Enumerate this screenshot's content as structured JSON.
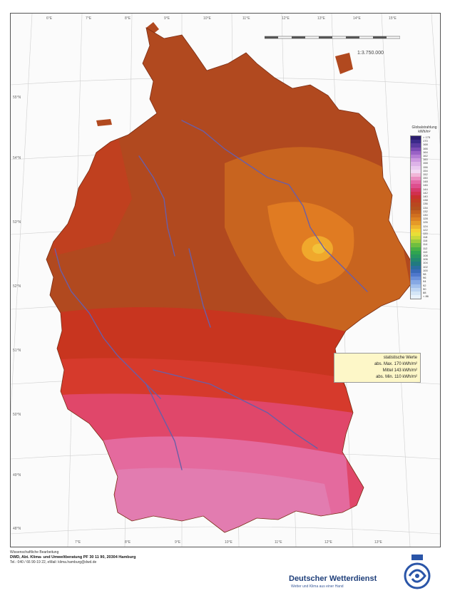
{
  "map": {
    "scale": "1:3.750.000",
    "top_ticks": [
      "6°E",
      "7°E",
      "8°E",
      "9°E",
      "10°E",
      "11°E",
      "12°E",
      "13°E",
      "14°E",
      "15°E"
    ],
    "left_ticks": [
      "55°N",
      "54°N",
      "53°N",
      "52°N",
      "51°N",
      "50°N",
      "49°N",
      "48°N"
    ],
    "bottom_ticks": [
      "7°E",
      "8°E",
      "9°E",
      "10°E",
      "11°E",
      "12°E",
      "13°E"
    ]
  },
  "legend": {
    "title_line1": "Globalstrahlung",
    "title_line2": "kWh/m²",
    "labels": [
      "> 175",
      "170",
      "168",
      "166",
      "164",
      "162",
      "160",
      "158",
      "156",
      "154",
      "152",
      "150",
      "148",
      "146",
      "144",
      "142",
      "140",
      "138",
      "136",
      "134",
      "132",
      "130",
      "128",
      "126",
      "124",
      "122",
      "120",
      "118",
      "116",
      "114",
      "112",
      "110",
      "108",
      "106",
      "104",
      "102",
      "100",
      "98",
      "96",
      "94",
      "92",
      "90",
      "88",
      "< 86"
    ]
  },
  "stats": {
    "line1": "statistische Werte",
    "line2": "abs. Max. 170 kWh/m²",
    "line3": "Mittel 143 kWh/m²",
    "line4": "abs. Min. 110 kWh/m²"
  },
  "footer": {
    "line1": "Wissenschaftliche Bearbeitung",
    "line2": "DWD, Abt. Klima- und Umweltberatung PF 30 11 90, 20304 Hamburg",
    "line3": "Tel.: 040 / 66 90-19 22,   eMail: klima.hamburg@dwd.de"
  },
  "brand": {
    "name": "Deutscher Wetterdienst",
    "tagline": "Wetter und Klima aus einer Hand"
  },
  "colors": {
    "north": "#b1491f",
    "northwest": "#c0401f",
    "east": "#c8641f",
    "east_core": "#e07b22",
    "hotspot": "#f2c23a",
    "central_south": "#d63a2c",
    "south": "#e0476a",
    "alps": "#e27cb0",
    "river": "#6b5ea6"
  }
}
